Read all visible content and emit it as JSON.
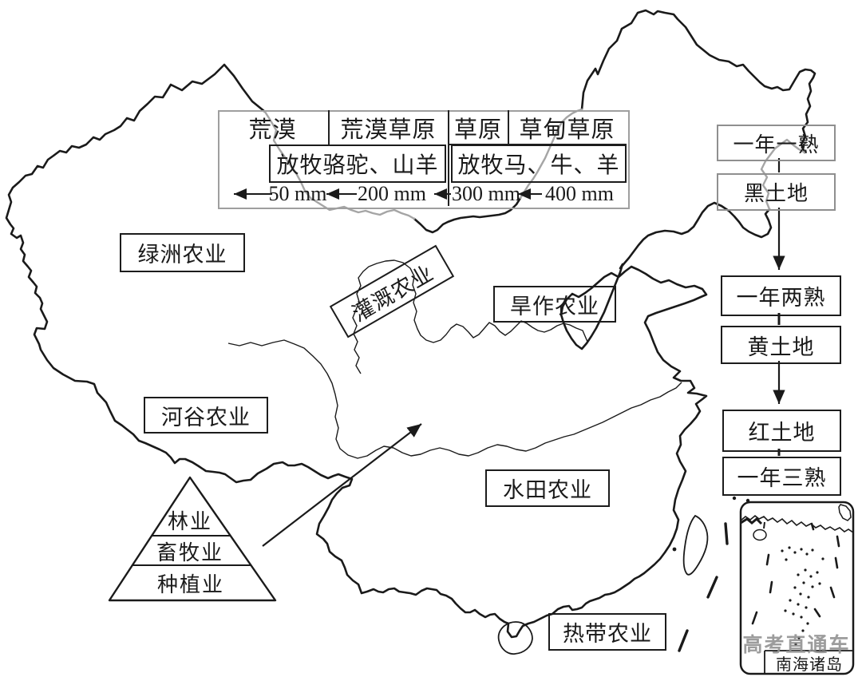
{
  "table": {
    "zones": [
      "荒漠",
      "荒漠草原",
      "草原",
      "草甸草原"
    ],
    "grazing_left": "放牧骆驼、山羊",
    "grazing_right": "放牧马、牛、羊",
    "isohyets": [
      "50 mm",
      "200 mm",
      "300 mm",
      "400 mm"
    ]
  },
  "east_chain": [
    "一年一熟",
    "黑土地",
    "一年两熟",
    "黄土地",
    "红土地",
    "一年三熟"
  ],
  "region_labels": {
    "oasis": "绿洲农业",
    "irrigation": "灌溉农业",
    "dryland": "旱作农业",
    "valley": "河谷农业",
    "paddy": "水田农业",
    "tropical": "热带农业"
  },
  "pyramid": [
    "林业",
    "畜牧业",
    "种植业"
  ],
  "inset": {
    "label": "南海诸岛",
    "watermark": "高考直通车"
  },
  "colors": {
    "ink": "#1a1a1a",
    "gray_border": "#9c9c9c"
  }
}
